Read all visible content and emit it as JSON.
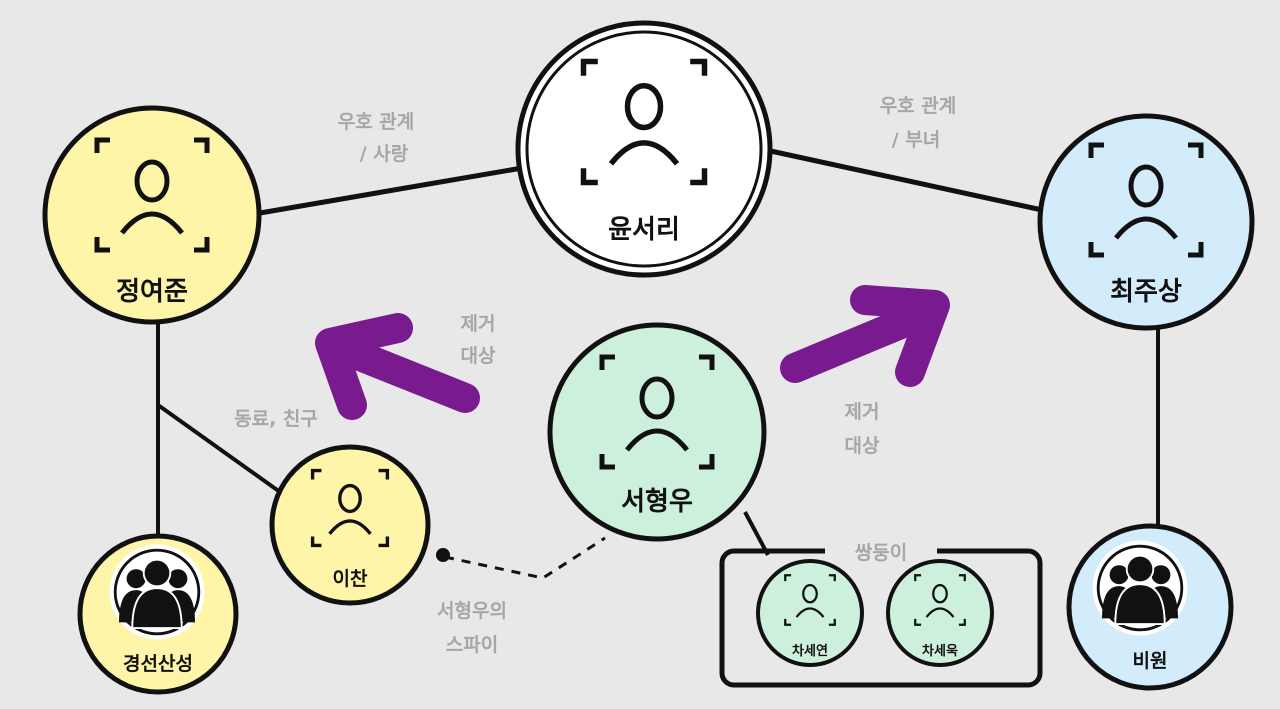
{
  "nodes": {
    "yoon_seori": {
      "name": "윤서리",
      "fill": "#ffffff",
      "icon": "person-frame-icon"
    },
    "jung_yeojun": {
      "name": "정여준",
      "fill": "#fff5a8",
      "icon": "person-frame-icon"
    },
    "choi_jusang": {
      "name": "최주상",
      "fill": "#d3ecfb",
      "icon": "person-frame-icon"
    },
    "seo_hyeongwoo": {
      "name": "서형우",
      "fill": "#cdf0dc",
      "icon": "person-frame-icon"
    },
    "i_chan": {
      "name": "이찬",
      "fill": "#fff5a8",
      "icon": "person-frame-icon"
    },
    "gyeongseon_sanseong": {
      "name": "경선산성",
      "fill": "#fff5a8",
      "icon": "group-silhouette-icon"
    },
    "biwon": {
      "name": "비원",
      "fill": "#d3ecfb",
      "icon": "group-silhouette-icon"
    },
    "cha_seyeon": {
      "name": "차세연",
      "fill": "#cdf0dc",
      "icon": "person-frame-icon"
    },
    "cha_seuk": {
      "name": "차세욱",
      "fill": "#cdf0dc",
      "icon": "person-frame-icon"
    }
  },
  "labels": {
    "yoon_jung_line1": "우호 관계",
    "yoon_jung_line2": "/ 사랑",
    "yoon_choi_line1": "우호 관계",
    "yoon_choi_line2": "/ 부녀",
    "remove_left_line1": "제거",
    "remove_left_line2": "대상",
    "remove_right_line1": "제거",
    "remove_right_line2": "대상",
    "colleague": "동료, 친구",
    "spy_line1": "서형우의",
    "spy_line2": "스파이",
    "twins": "쌍둥이"
  },
  "colors": {
    "arrow": "#7a1a8f",
    "line": "#111111",
    "label_gray": "#a6a6a6",
    "background": "#e8e8e8"
  }
}
